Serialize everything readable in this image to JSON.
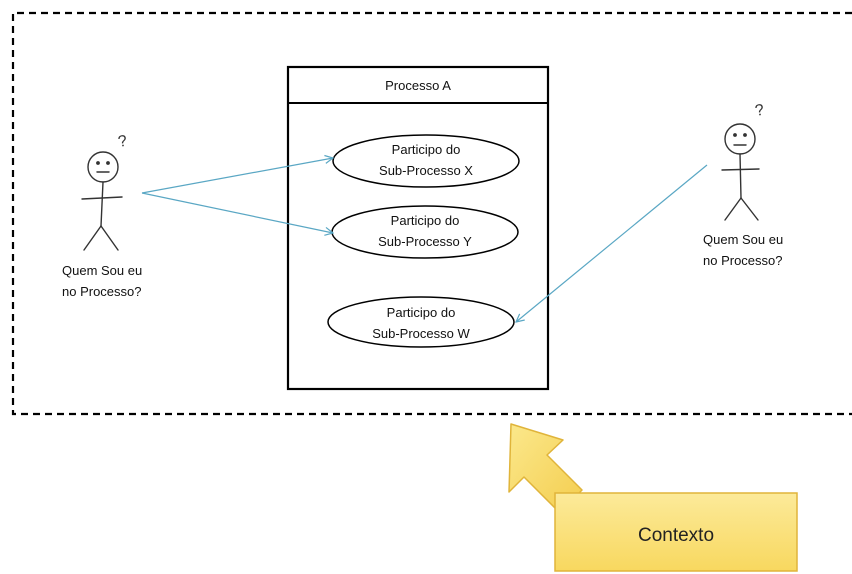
{
  "context_boundary": {
    "style": "dashed"
  },
  "process": {
    "title": "Processo A"
  },
  "use_cases": [
    {
      "line1": "Participo do",
      "line2": "Sub-Processo X"
    },
    {
      "line1": "Participo do",
      "line2": "Sub-Processo Y"
    },
    {
      "line1": "Participo do",
      "line2": "Sub-Processo W"
    }
  ],
  "actors": [
    {
      "label_line1": "Quem Sou eu",
      "label_line2": "no Processo?",
      "mark": "?"
    },
    {
      "label_line1": "Quem Sou eu",
      "label_line2": "no Processo?",
      "mark": "?"
    }
  ],
  "callout": {
    "label": "Contexto"
  },
  "colors": {
    "connector": "#5aa7c4",
    "callout_fill": "#fbe27c",
    "callout_border": "#e0b43a",
    "arrow_fill": "#f7d766",
    "line": "#000000"
  }
}
